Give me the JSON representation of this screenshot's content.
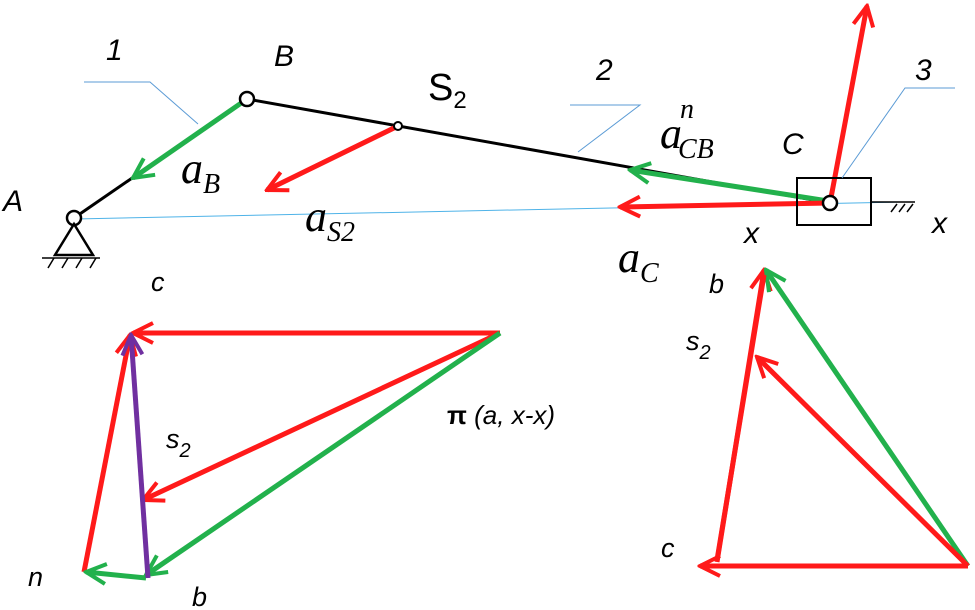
{
  "colors": {
    "red": "#ff1a1a",
    "green": "#22b14c",
    "purple": "#7030a0",
    "link": "#000000",
    "leader": "#5b9bd5",
    "axis": "#4fb3e8"
  },
  "mechanism": {
    "point_A": "A",
    "point_B": "B",
    "point_C": "C",
    "centroid_letter": "S",
    "centroid_sub": "2",
    "link1_num": "1",
    "link2_num": "2",
    "link3_num": "3",
    "axis_x_left": "x",
    "axis_x_right": "x",
    "accel_B": {
      "main": "a",
      "sub": "B"
    },
    "accel_S2": {
      "main": "a",
      "sub": "S2"
    },
    "accel_CBn": {
      "main": "a",
      "sup": "n",
      "sub": "CB"
    },
    "accel_C": {
      "main": "a",
      "sub": "C"
    }
  },
  "plan_left": {
    "c": "c",
    "n": "n",
    "b": "b",
    "s2_letter": "s",
    "s2_sub": "2",
    "pole_symbol": "π",
    "pole_text": " (a, x-x)"
  },
  "plan_right": {
    "b": "b",
    "c": "c",
    "s2_letter": "s",
    "s2_sub": "2"
  }
}
